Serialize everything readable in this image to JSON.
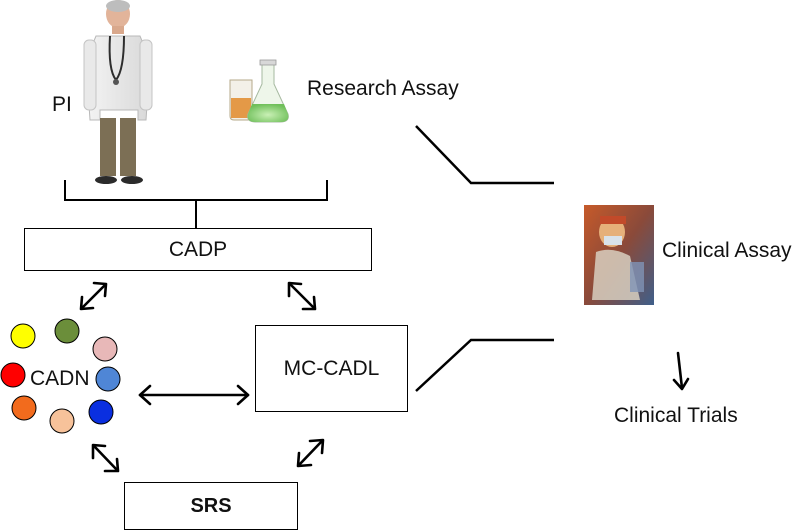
{
  "labels": {
    "pi": "PI",
    "research_assay": "Research Assay",
    "clinical_assay": "Clinical Assay",
    "clinical_trials": "Clinical Trials",
    "cadp": "CADP",
    "mc_cadl": "MC-CADL",
    "cadn": "CADN",
    "srs": "SRS"
  },
  "images": {
    "pi_person": "doctor-in-white-coat",
    "research_assay": "lab-flasks",
    "clinical_assay": "clinician-with-mask"
  },
  "cadn_nodes": [
    {
      "color": "#ffff00"
    },
    {
      "color": "#6b8e3a"
    },
    {
      "color": "#e8b8b8"
    },
    {
      "color": "#ff0000"
    },
    {
      "color": "#4f86d6"
    },
    {
      "color": "#f26b1d"
    },
    {
      "color": "#f7c29a"
    },
    {
      "color": "#0a2fe0"
    }
  ]
}
